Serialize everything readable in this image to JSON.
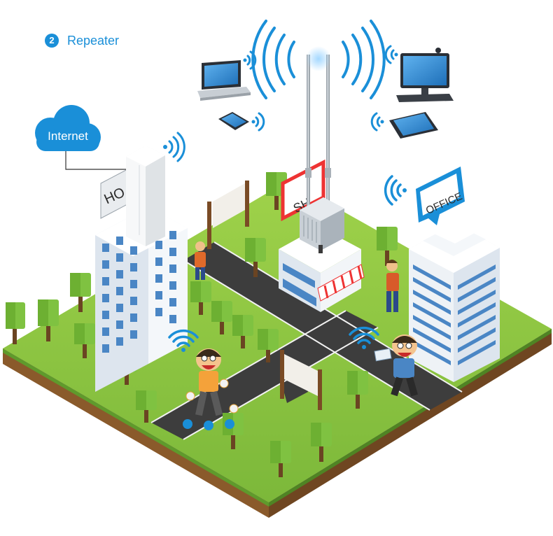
{
  "header": {
    "step_number": "2",
    "title": "Repeater"
  },
  "labels": {
    "cloud": "Internet",
    "office_sign": "OFFICE",
    "home_sign": "HO",
    "shop_sign": "SH"
  },
  "colors": {
    "accent": "#1a8fd8",
    "grass": "#8cc63f",
    "road": "#3d3d3d",
    "building": "#eef2f6",
    "window": "#4a86c5"
  },
  "icons": [
    "cloud-icon",
    "wifi-icon",
    "laptop-icon",
    "monitor-icon",
    "phone-icon",
    "tablet-icon",
    "antenna-icon",
    "cpe-icon"
  ]
}
